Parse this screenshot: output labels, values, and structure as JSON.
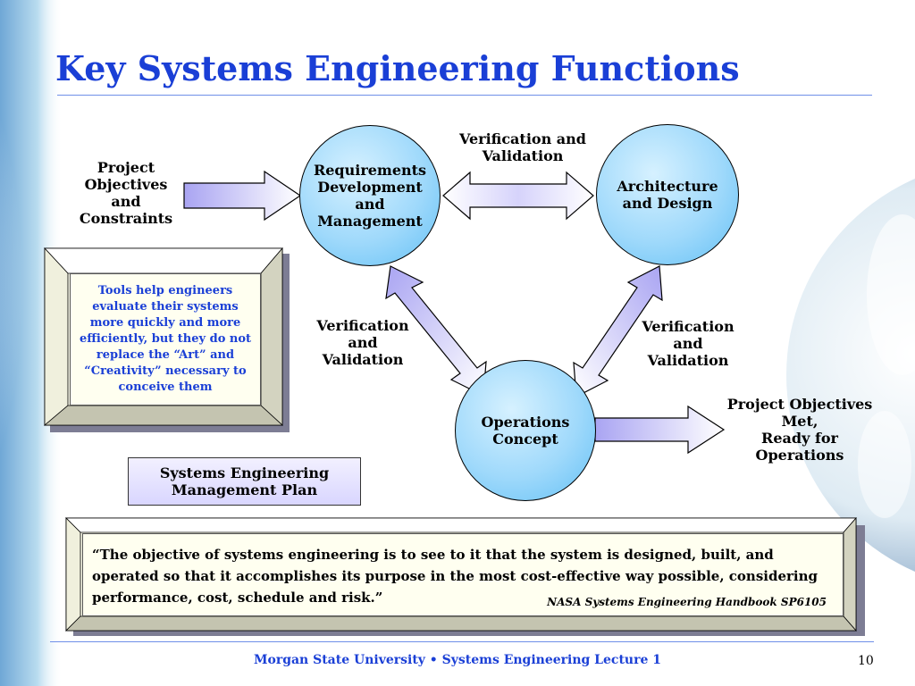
{
  "slide": {
    "title": "Key Systems Engineering Functions",
    "footer": "Morgan State University • Systems Engineering Lecture 1",
    "page_number": "10"
  },
  "diagram": {
    "inputs": [
      "Project",
      "Objectives",
      "and",
      "Constraints"
    ],
    "nodes": {
      "requirements": [
        "Requirements",
        "Development",
        "and",
        "Management"
      ],
      "architecture": [
        "Architecture",
        "and Design"
      ],
      "operations": [
        "Operations",
        "Concept"
      ]
    },
    "edge_labels": {
      "top": [
        "Verification and",
        "Validation"
      ],
      "left": [
        "Verification",
        "and",
        "Validation"
      ],
      "right": [
        "Verification",
        "and",
        "Validation"
      ]
    },
    "output": [
      "Project Objectives",
      "Met,",
      "Ready for",
      "Operations"
    ]
  },
  "tools_note": "Tools help engineers evaluate their systems more quickly and more efficiently, but they do not replace the “Art” and “Creativity” necessary to conceive them",
  "semp_box": [
    "Systems Engineering",
    "Management Plan"
  ],
  "quote": {
    "text": "“The objective of systems engineering is to see to it that the system is designed, built, and operated so that it accomplishes its purpose in the most cost-effective way possible, considering performance, cost, schedule and risk.”",
    "source": "NASA Systems Engineering Handbook SP6105"
  },
  "colors": {
    "title": "#1a3fd6",
    "arrow_fill_light": "#ffffff",
    "arrow_fill_dark": "#a9a4f2",
    "circle_fill": "#9fd9fb"
  }
}
